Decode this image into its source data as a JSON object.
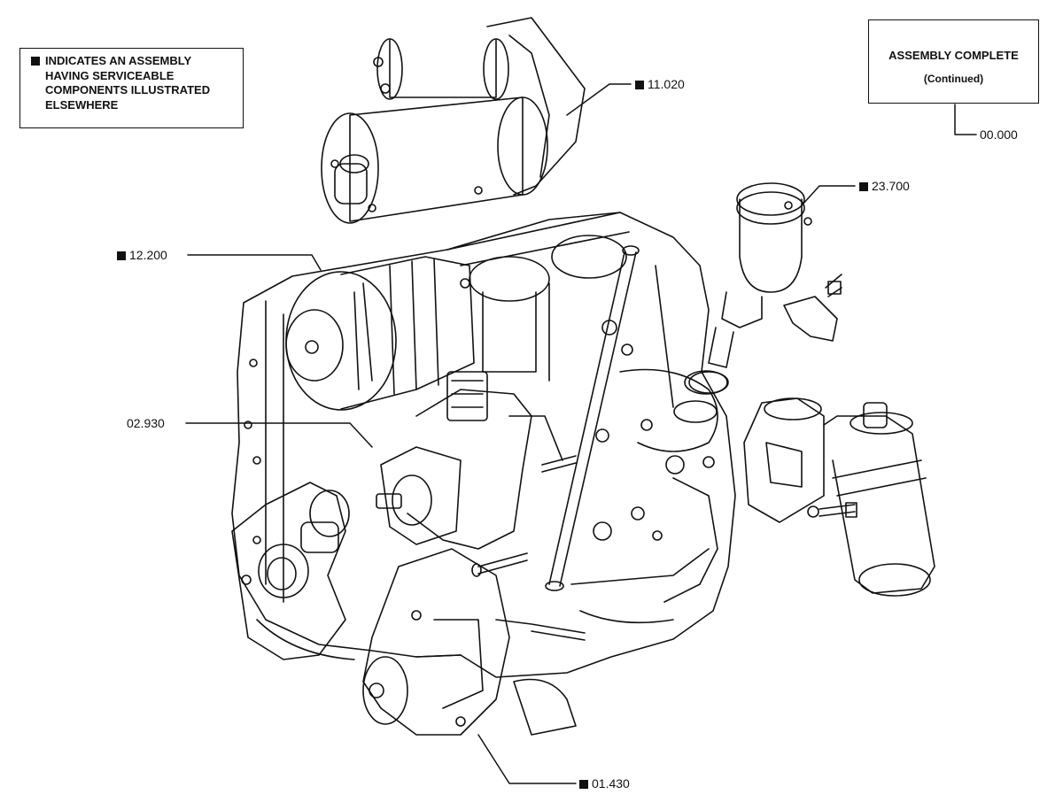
{
  "legend": {
    "lines": [
      "INDICATES AN ASSEMBLY",
      "HAVING SERVICEABLE",
      "COMPONENTS ILLUSTRATED",
      "ELSEWHERE"
    ]
  },
  "assembly_box": {
    "title": "ASSEMBLY COMPLETE",
    "subtitle": "(Continued)"
  },
  "callouts": {
    "assembly_ref": {
      "text": "00.000",
      "marker": false
    },
    "starter_motor": {
      "text": "11.020",
      "marker": true
    },
    "distributor": {
      "text": "23.700",
      "marker": true
    },
    "alternator": {
      "text": "12.200",
      "marker": true
    },
    "injection_pump": {
      "text": "02.930",
      "marker": false
    },
    "water_pump": {
      "text": "01.430",
      "marker": true
    }
  },
  "colors": {
    "ink": "#111111",
    "paper": "#ffffff"
  }
}
